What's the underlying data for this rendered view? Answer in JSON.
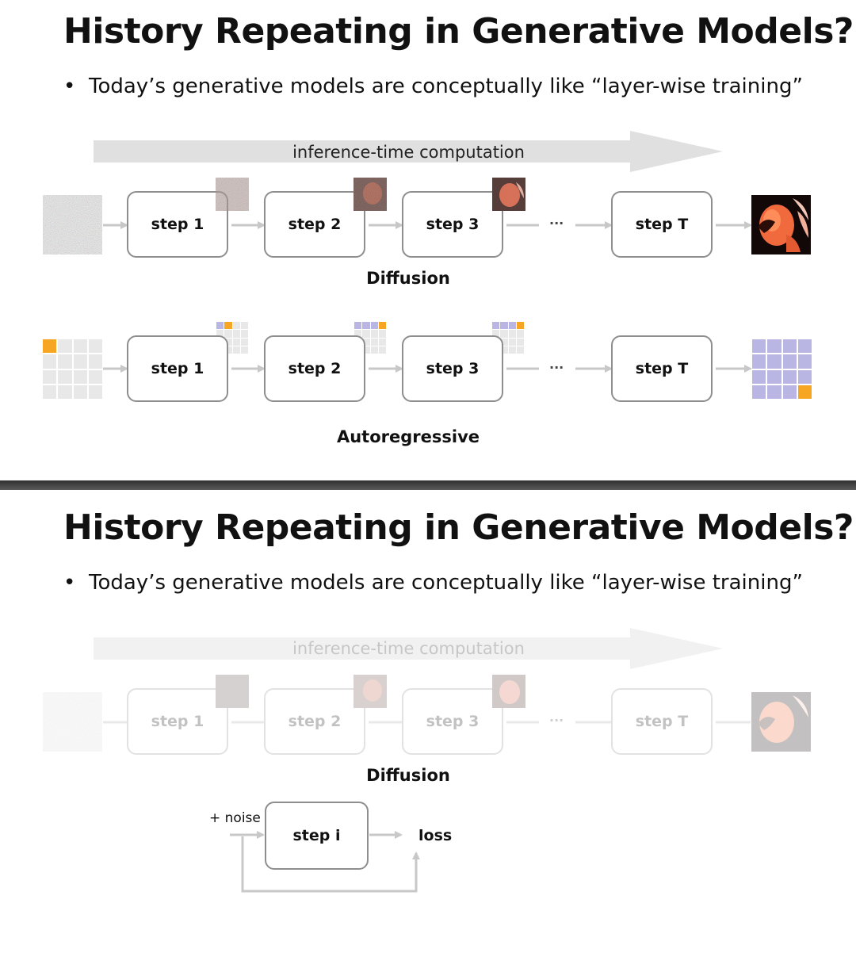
{
  "slide1": {
    "title": "History Repeating in Generative Models?",
    "bullet_marker": "•",
    "bullet": "Today’s generative models are conceptually like “layer-wise training”",
    "arrow_label": "inference-time computation",
    "diffusion": {
      "steps": [
        "step 1",
        "step 2",
        "step 3",
        "step T"
      ],
      "ellipsis": "···",
      "label": "Diffusion"
    },
    "autoregressive": {
      "steps": [
        "step 1",
        "step 2",
        "step 3",
        "step T"
      ],
      "ellipsis": "···",
      "label": "Autoregressive"
    }
  },
  "slide2": {
    "title": "History Repeating in Generative Models?",
    "bullet_marker": "•",
    "bullet": "Today’s generative models are conceptually like “layer-wise training”",
    "arrow_label": "inference-time computation",
    "diffusion": {
      "steps": [
        "step 1",
        "step 2",
        "step 3",
        "step T"
      ],
      "ellipsis": "···",
      "label": "Diffusion"
    },
    "training": {
      "noise_label": "+ noise",
      "step": "step i",
      "loss": "loss"
    }
  },
  "colors": {
    "arrow_gray": "#e0e0e0",
    "connector_gray": "#c8c8c8",
    "box_border": "#8e8e8e",
    "token_orange": "#f6a623",
    "token_purple": "#b9b6e3",
    "token_empty": "#e8e8e8"
  }
}
